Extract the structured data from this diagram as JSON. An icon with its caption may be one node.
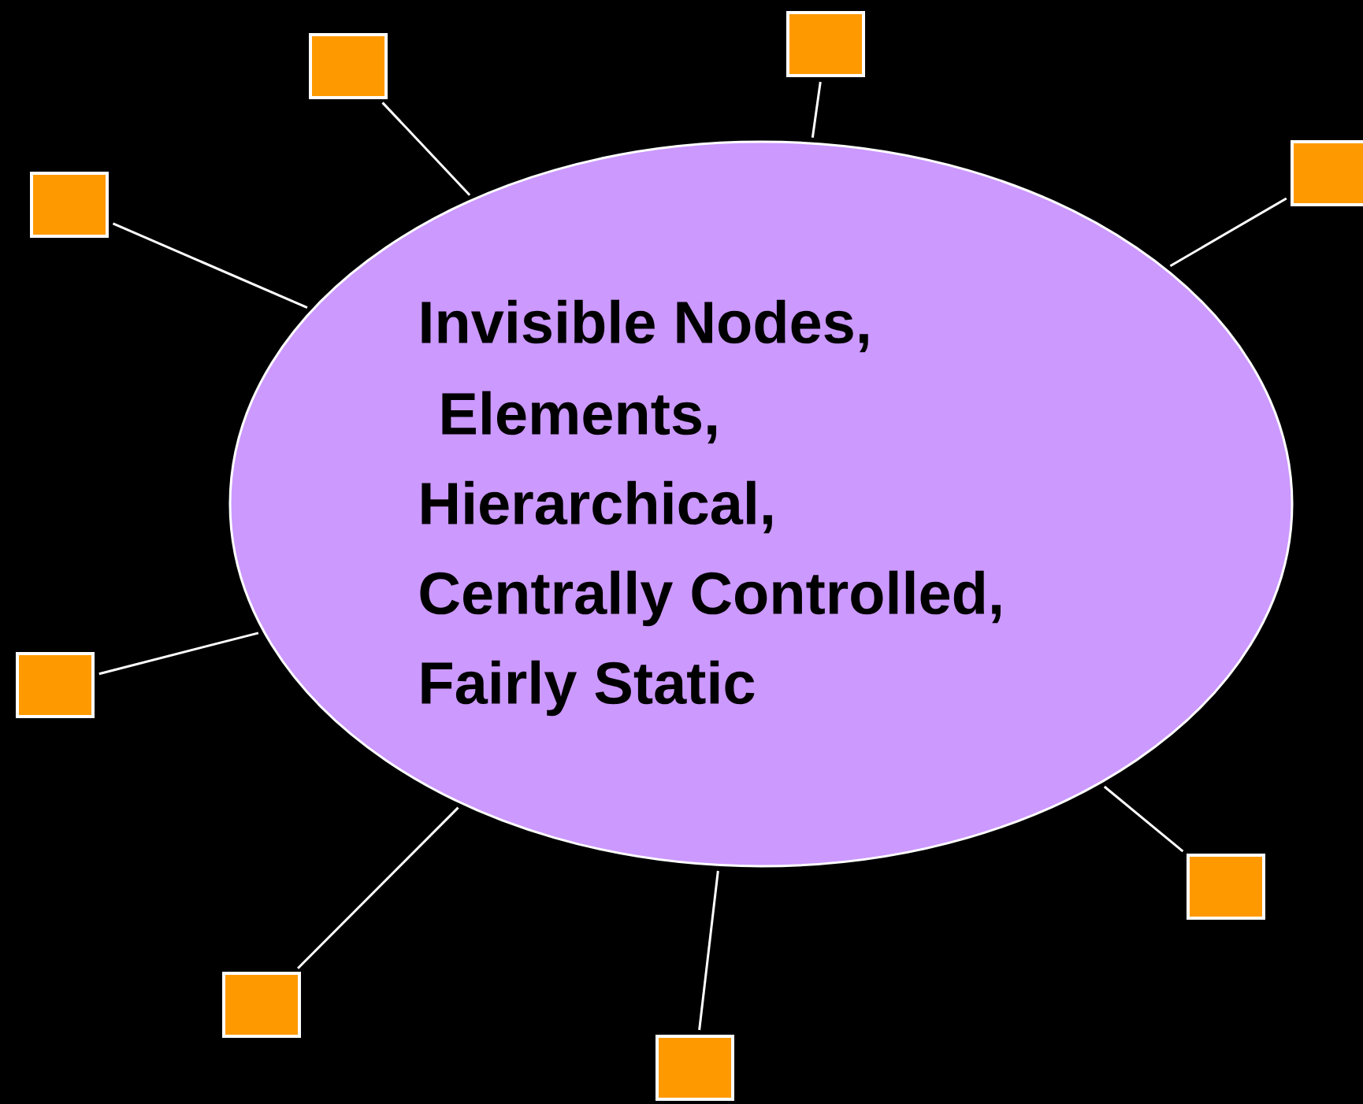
{
  "diagram": {
    "nodes": [
      {
        "text": [
          "Invisible Nodes,",
          "Elements,",
          "Hierarchical,",
          "Centrally Controlled,",
          "Fairly Static"
        ]
      },
      {
        "text": [],
        "shape": "box"
      },
      {
        "text": [],
        "shape": "box"
      },
      {
        "text": [],
        "shape": "box"
      },
      {
        "text": [],
        "shape": "box"
      },
      {
        "text": [],
        "shape": "box"
      },
      {
        "text": [],
        "shape": "box"
      },
      {
        "text": [],
        "shape": "box"
      },
      {
        "text": [],
        "shape": "box"
      }
    ],
    "edges": [
      {
        "from": 0,
        "to": 1,
        "arrow": "none"
      },
      {
        "from": 0,
        "to": 2,
        "arrow": "none"
      },
      {
        "from": 0,
        "to": 3,
        "arrow": "none"
      },
      {
        "from": 0,
        "to": 4,
        "arrow": "none"
      },
      {
        "from": 0,
        "to": 5,
        "arrow": "none"
      },
      {
        "from": 0,
        "to": 6,
        "arrow": "none"
      },
      {
        "from": 0,
        "to": 7,
        "arrow": "none"
      },
      {
        "from": 0,
        "to": 8,
        "arrow": "none"
      }
    ]
  }
}
